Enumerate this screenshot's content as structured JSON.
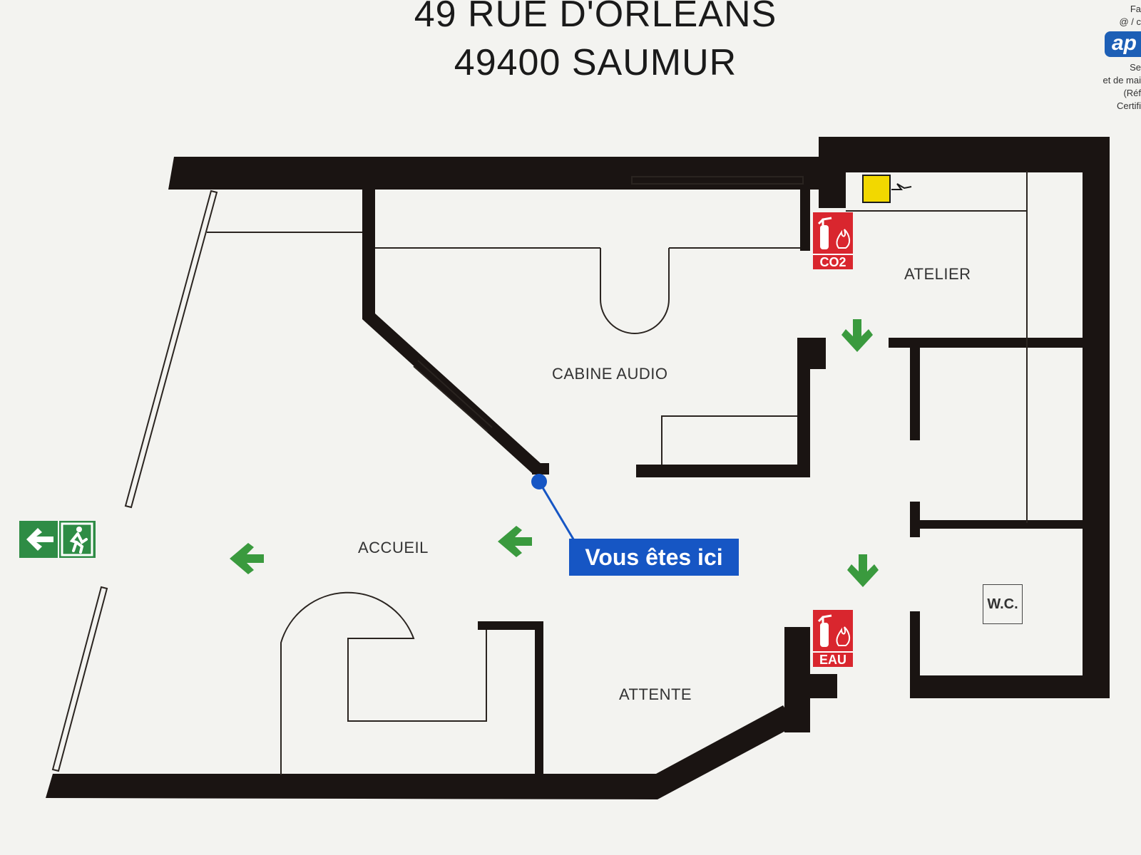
{
  "header": {
    "line1": "49 RUE D'ORLEANS",
    "line2": "49400 SAUMUR"
  },
  "corner_text": [
    "Fa",
    "@ / c",
    "ap",
    "Se",
    "et de mai",
    "(Réf",
    "Certifi"
  ],
  "rooms": {
    "atelier": "ATELIER",
    "cabine_audio": "CABINE AUDIO",
    "accueil": "ACCUEIL",
    "attente": "ATTENTE",
    "wc": "W.C."
  },
  "you_are_here": "Vous êtes ici",
  "extinguishers": {
    "co2": "CO2",
    "water": "EAU"
  },
  "colors": {
    "wall": "#1a1412",
    "arrow": "#3a9a3e",
    "here": "#1656c4",
    "extinguisher": "#d9262e",
    "exit_sign": "#2e8c45",
    "alarm": "#f2d800"
  },
  "icons": [
    "exit-arrow-icon",
    "running-man-icon",
    "fire-extinguisher-icon",
    "flame-icon",
    "alarm-box-icon",
    "direction-arrow-icon"
  ]
}
